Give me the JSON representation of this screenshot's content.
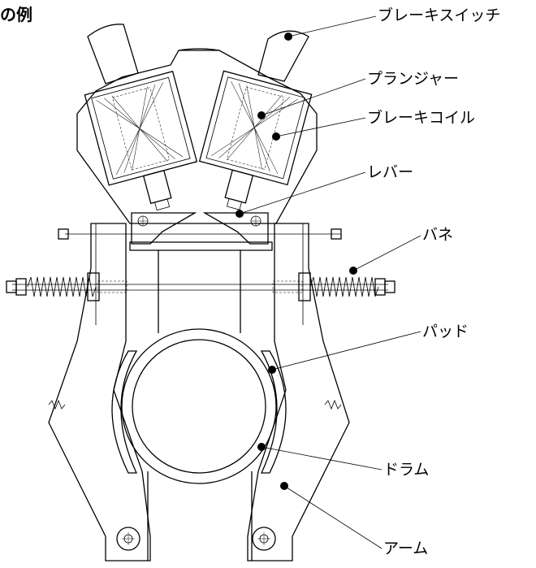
{
  "title": "の例",
  "labels": {
    "brake_switch": "ブレーキスイッチ",
    "plunger": "プランジャー",
    "brake_coil": "ブレーキコイル",
    "lever": "レバー",
    "spring": "バネ",
    "pad": "パッド",
    "drum": "ドラム",
    "arm": "アーム"
  }
}
